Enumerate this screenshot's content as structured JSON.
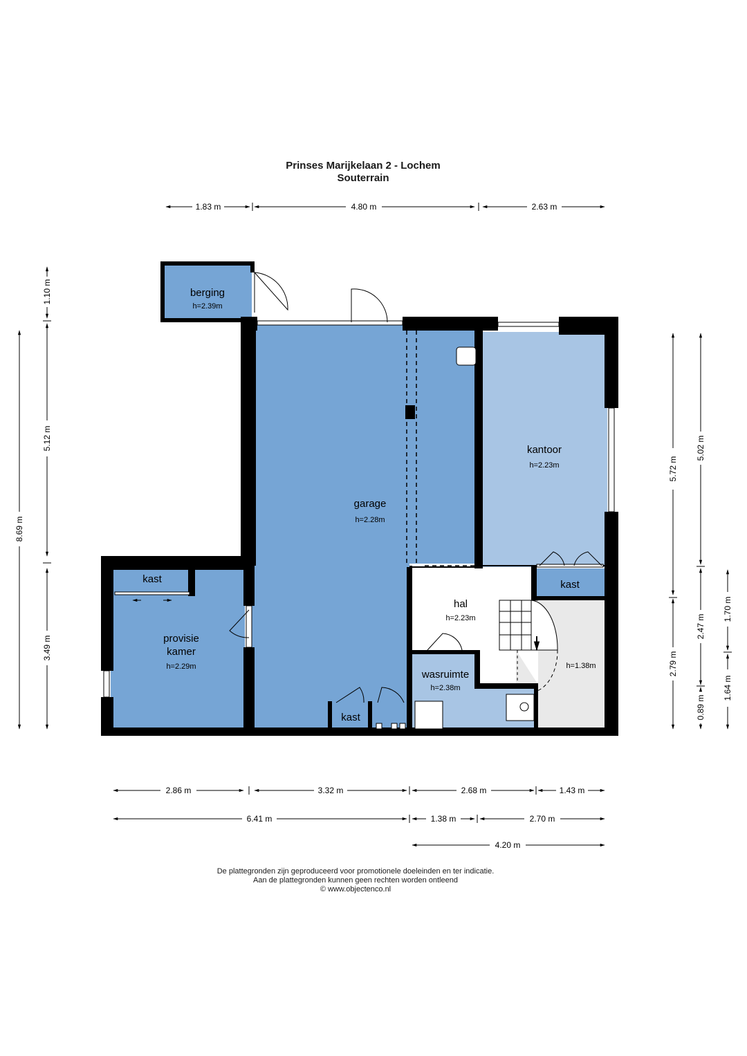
{
  "header": {
    "address": "Prinses Marijkelaan 2 - Lochem",
    "floor": "Souterrain"
  },
  "rooms": [
    {
      "name": "berging",
      "height": "h=2.39m"
    },
    {
      "name": "garage",
      "height": "h=2.28m"
    },
    {
      "name": "kantoor",
      "height": "h=2.23m"
    },
    {
      "name": "kast"
    },
    {
      "name": "hal",
      "height": "h=2.23m"
    },
    {
      "name": "provisie",
      "name2": "kamer",
      "height": "h=2.29m"
    },
    {
      "name": "wasruimte",
      "height": "h=2.38m"
    },
    {
      "name": "kast"
    },
    {
      "name": "kast"
    },
    {
      "height": "h=1.38m"
    }
  ],
  "dimensions": {
    "top": [
      "1.83 m",
      "4.80 m",
      "2.63 m"
    ],
    "left_outer": "8.69 m",
    "left_inner": [
      "1.10 m",
      "5.12 m",
      "3.49 m"
    ],
    "right_a": [
      "5.72 m",
      "2.79 m"
    ],
    "right_b": [
      "5.02 m",
      "2.47 m",
      "0.89 m"
    ],
    "right_c": [
      "1.70 m",
      "1.64 m"
    ],
    "bottom_row1": [
      "2.86 m",
      "3.32 m",
      "2.68 m",
      "1.43 m"
    ],
    "bottom_row2": [
      "6.41 m",
      "1.38 m",
      "2.70 m"
    ],
    "bottom_row3": "4.20 m"
  },
  "footer": {
    "line1": "De plattegronden zijn geproduceerd voor promotionele doeleinden en ter indicatie.",
    "line2": "Aan de plattegronden kunnen geen rechten worden ontleend",
    "line3": "© www.objectenco.nl"
  },
  "colors": {
    "garage": "#76a5d5",
    "kantoor": "#a8c5e4",
    "wasruimte": "#a8c5e4",
    "stair_area": "#e9e9e9",
    "wall": "#000000"
  }
}
